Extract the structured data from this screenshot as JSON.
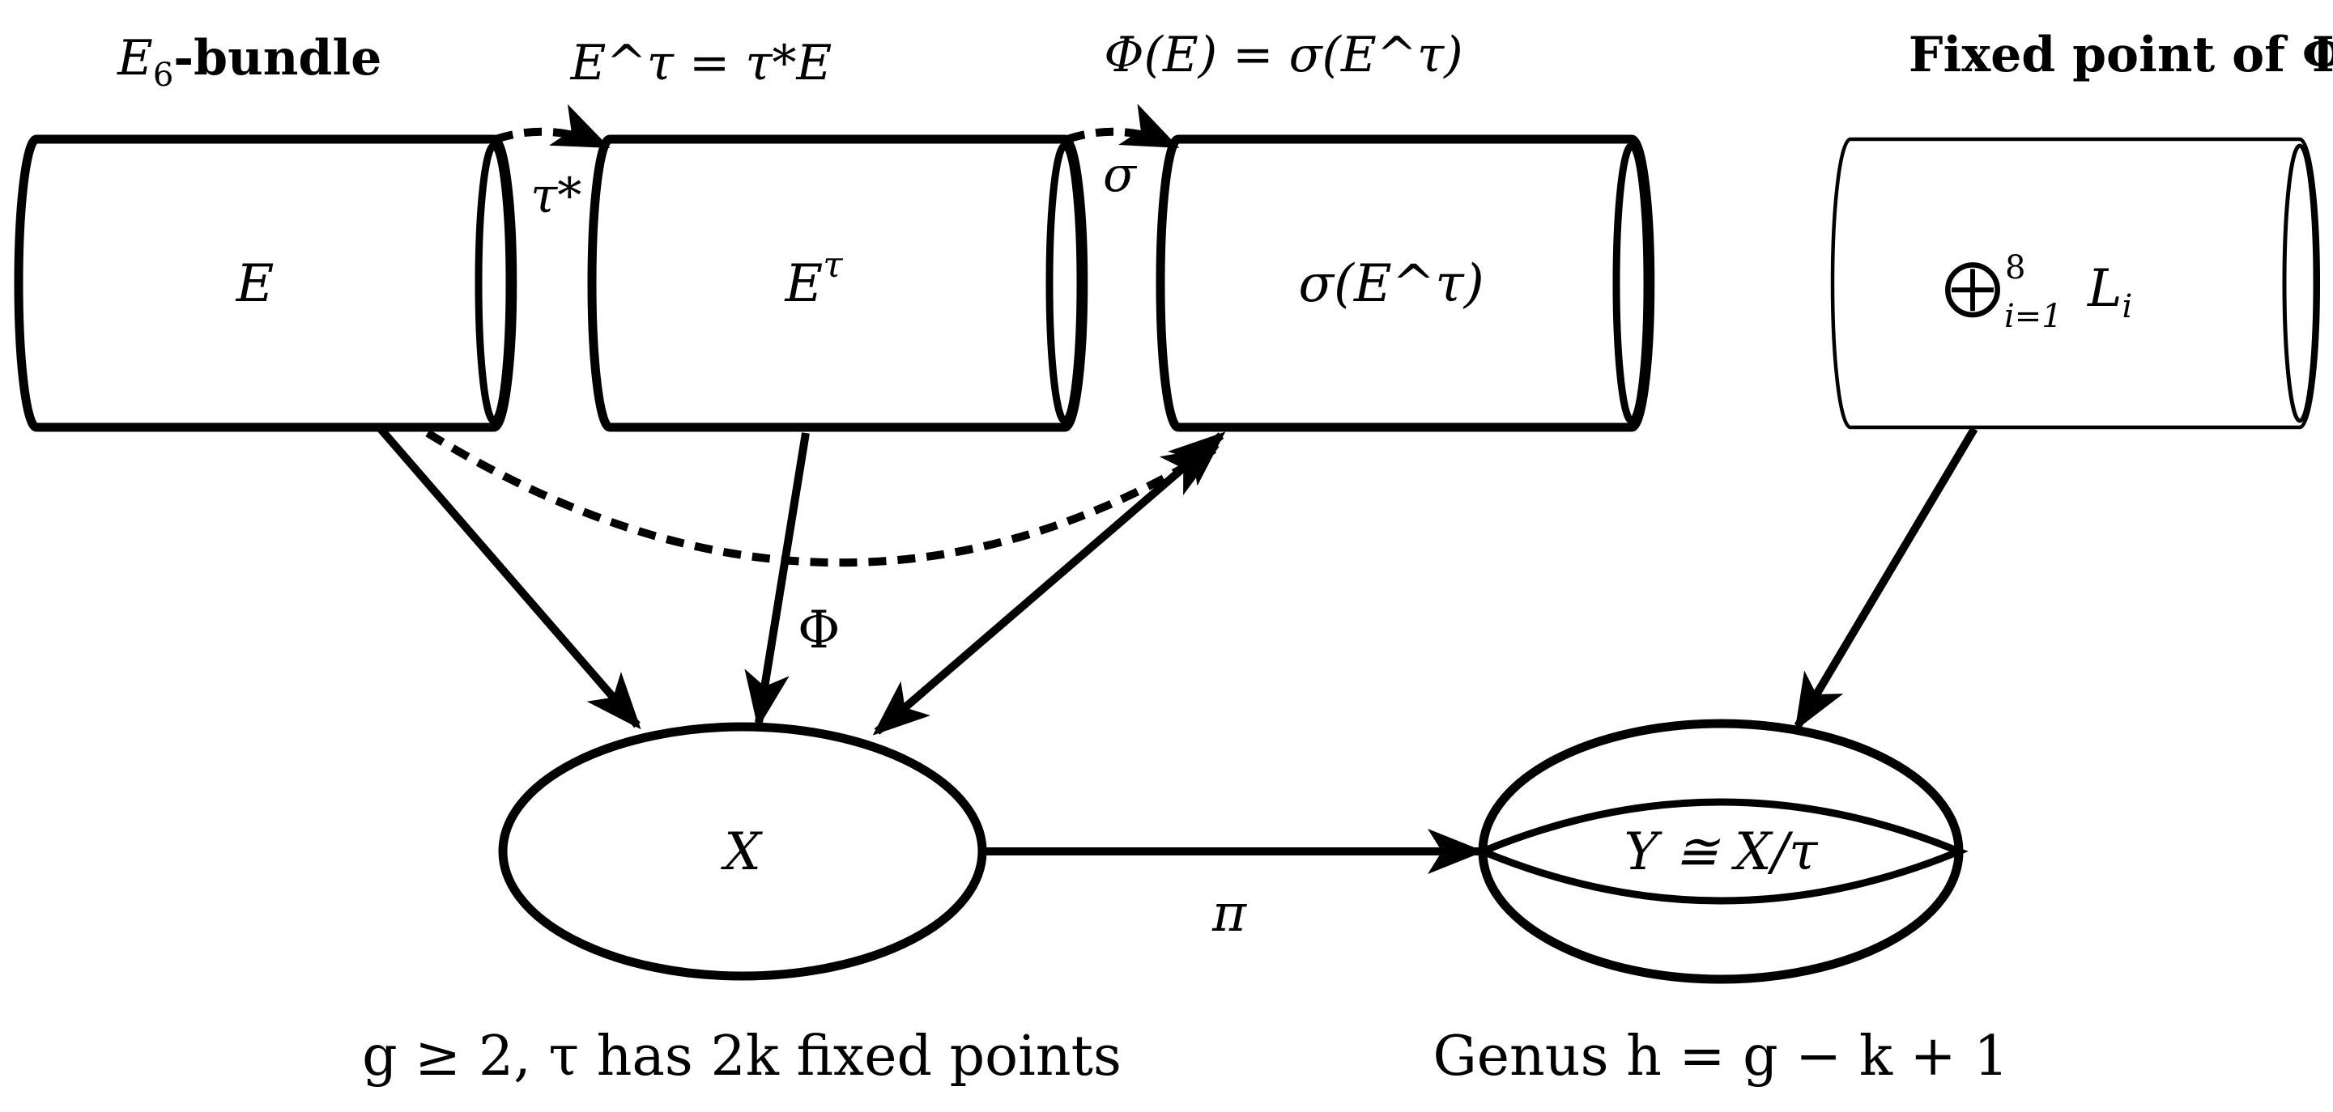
{
  "headers": {
    "bundle_base": "E",
    "bundle_sub": "6",
    "bundle_word": "-bundle",
    "pullback": "E^τ = τ*E",
    "phi_def": "Φ(E) = σ(E^τ)",
    "fixed": "Fixed point of Φ"
  },
  "nodes": {
    "e": "E",
    "etau_base": "E",
    "etau_sup": "τ",
    "sigma": "σ(E^τ)",
    "sum_symbol": "⨁",
    "sum_top": "8",
    "sum_bottom": "i=1",
    "sum_term": "L",
    "sum_term_sub": "i",
    "x": "X",
    "y": "Y ≅ X/τ"
  },
  "edge_labels": {
    "tau_star": "τ*",
    "sigma_map": "σ",
    "phi": "Φ",
    "pi": "π"
  },
  "captions": {
    "left": "g ≥ 2, τ has 2k fixed points",
    "right": "Genus h = g − k + 1"
  },
  "colors": {
    "stroke": "#000000",
    "fill": "#ffffff"
  }
}
